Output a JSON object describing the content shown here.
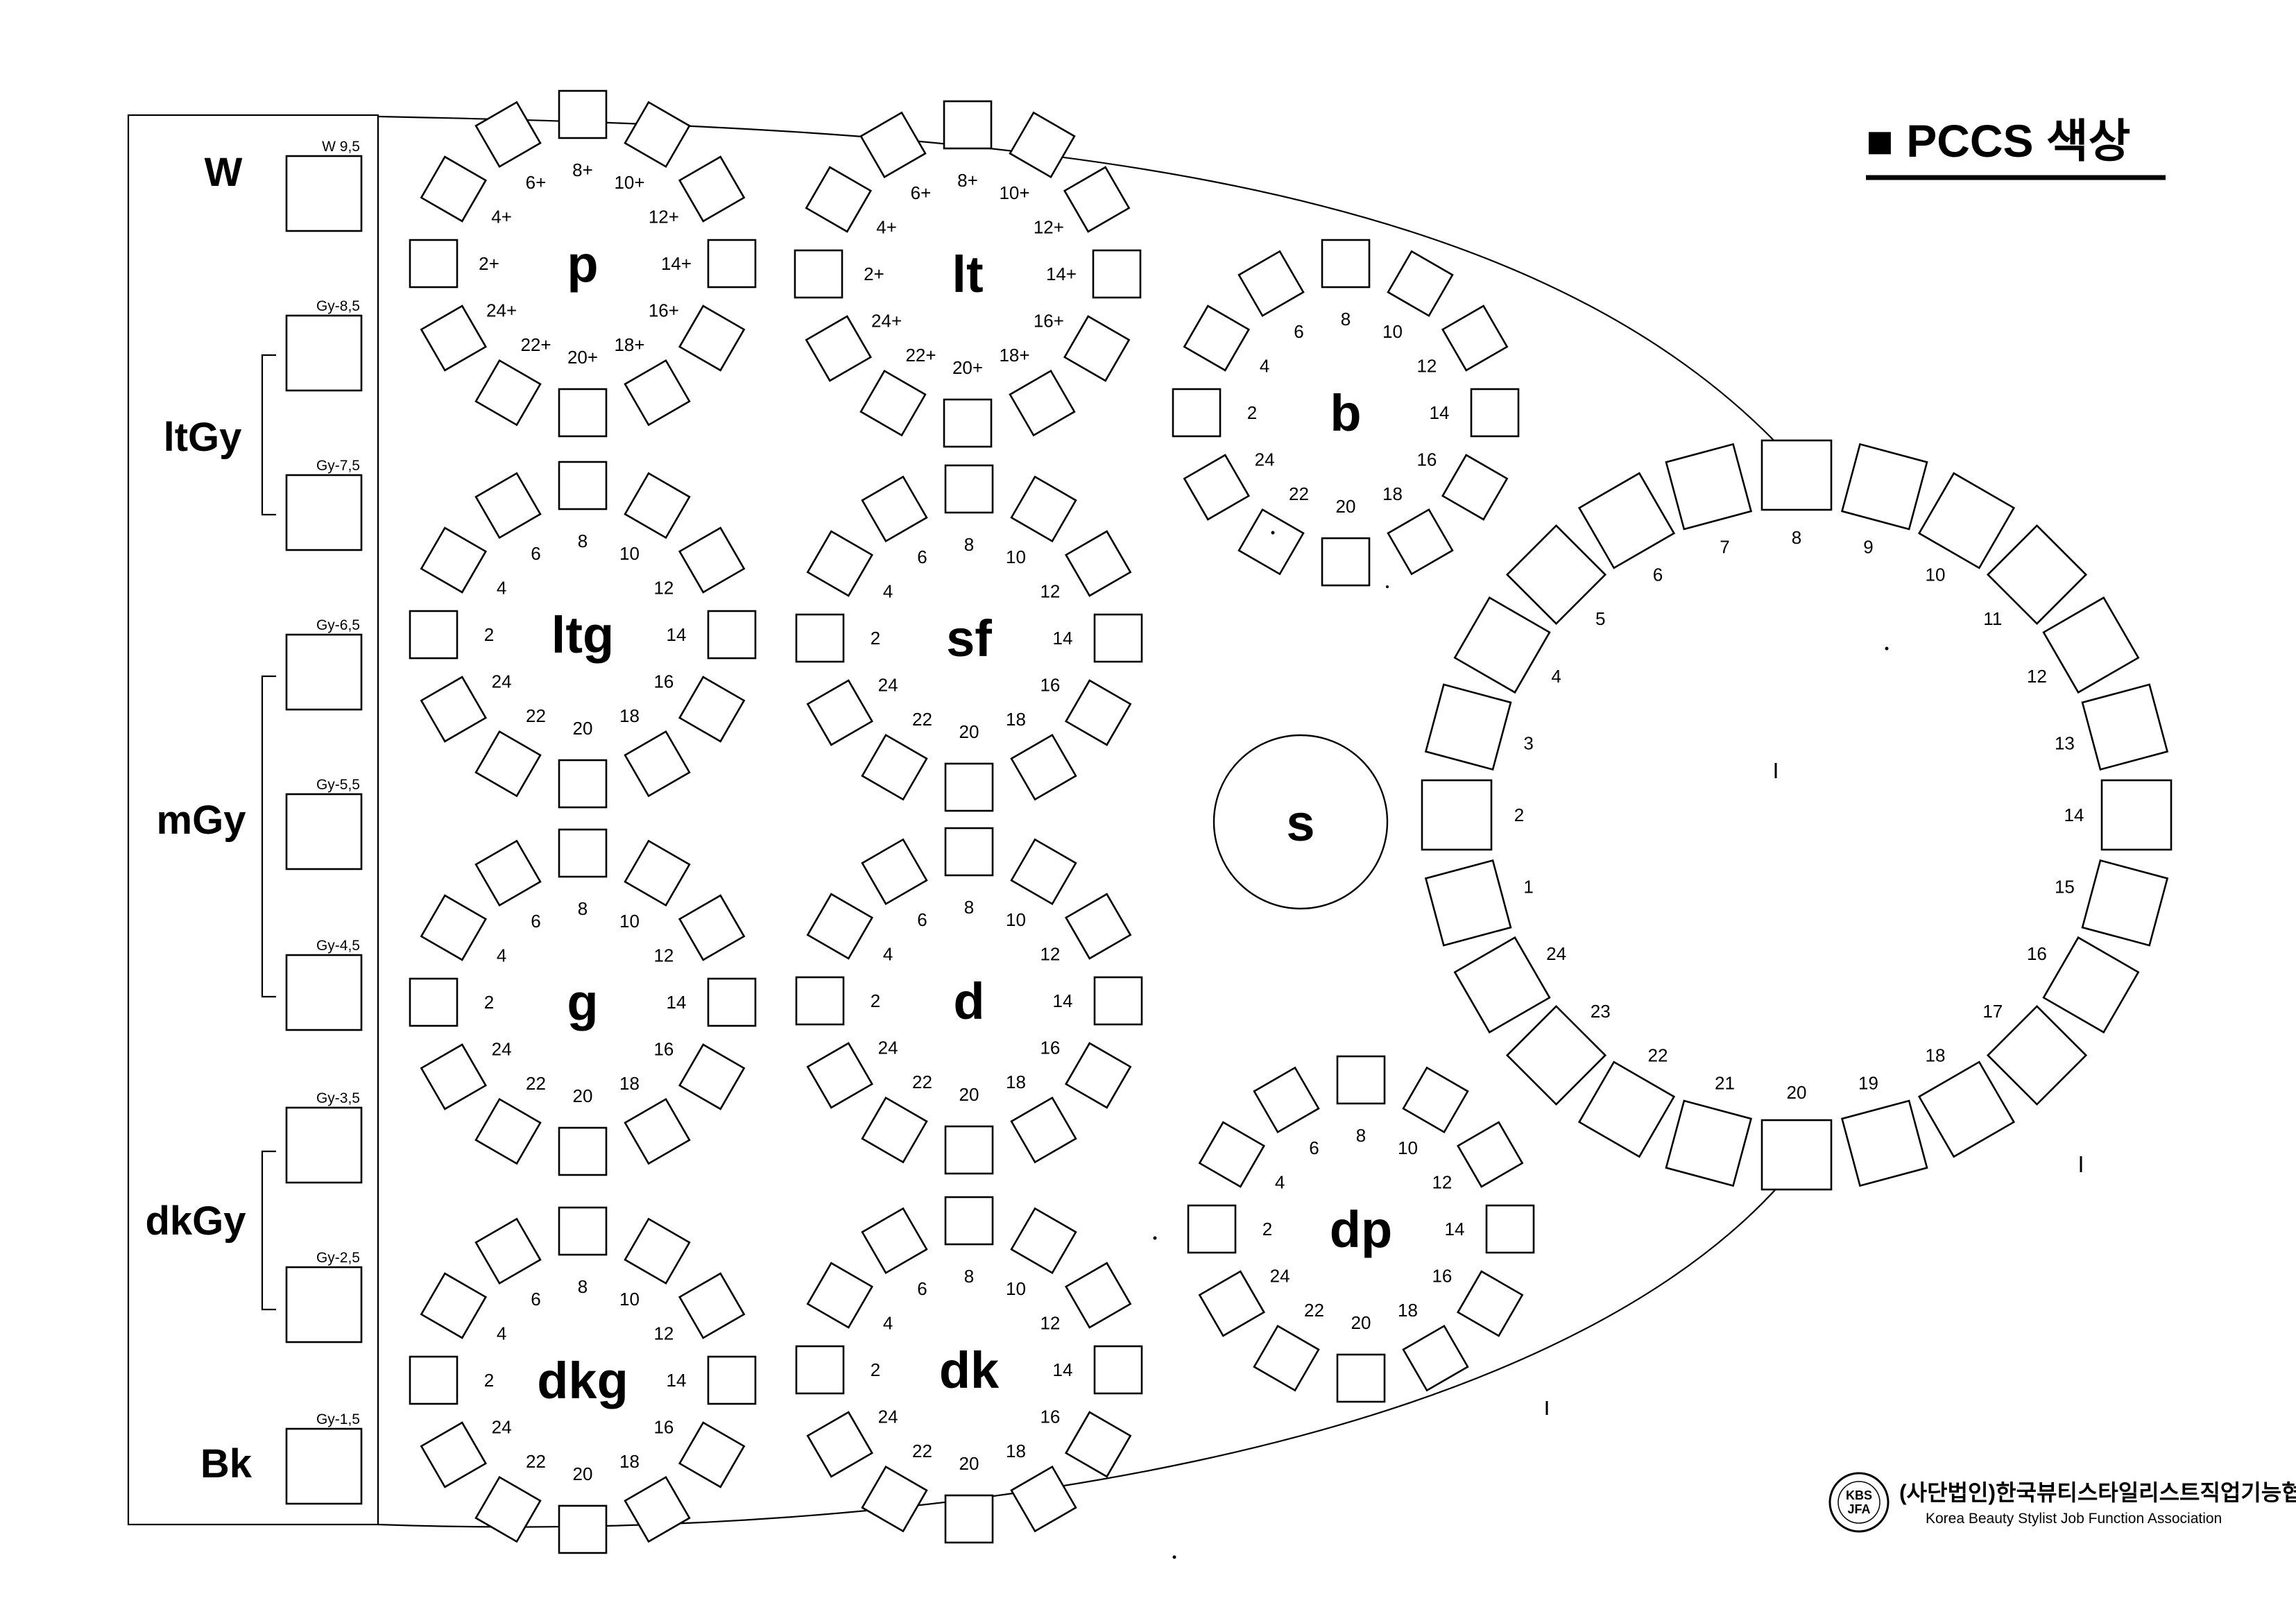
{
  "title": "■ PCCS 색상",
  "organization": {
    "korean_name": "(사단법인)한국뷰티스타일리스트직업기능협회",
    "english_name": "Korea Beauty Stylist Job Function Association",
    "logo_text_top": "KBS",
    "logo_text_bottom": "JFA"
  },
  "gray_scale": {
    "names": [
      "W",
      "ltGy",
      "mGy",
      "dkGy",
      "Bk"
    ],
    "swatches": [
      "W 9,5",
      "Gy-8,5",
      "Gy-7,5",
      "Gy-6,5",
      "Gy-5,5",
      "Gy-4,5",
      "Gy-3,5",
      "Gy-2,5",
      "Gy-1,5"
    ]
  },
  "tones": [
    "p",
    "lt",
    "b",
    "ltg",
    "sf",
    "s",
    "g",
    "d",
    "dkg",
    "dk",
    "dp"
  ],
  "hue_labels_plus": [
    "2+",
    "4+",
    "6+",
    "8+",
    "10+",
    "12+",
    "14+",
    "16+",
    "18+",
    "20+",
    "22+",
    "24+"
  ],
  "hue_labels": [
    "2",
    "4",
    "6",
    "8",
    "10",
    "12",
    "14",
    "16",
    "18",
    "20",
    "22",
    "24"
  ],
  "hue_circle_labels": [
    "1",
    "2",
    "3",
    "4",
    "5",
    "6",
    "7",
    "8",
    "9",
    "10",
    "11",
    "12",
    "13",
    "14",
    "15",
    "16",
    "17",
    "18",
    "19",
    "20",
    "21",
    "22",
    "23",
    "24"
  ],
  "colors": {
    "ink": "#000000",
    "paper": "#ffffff"
  }
}
